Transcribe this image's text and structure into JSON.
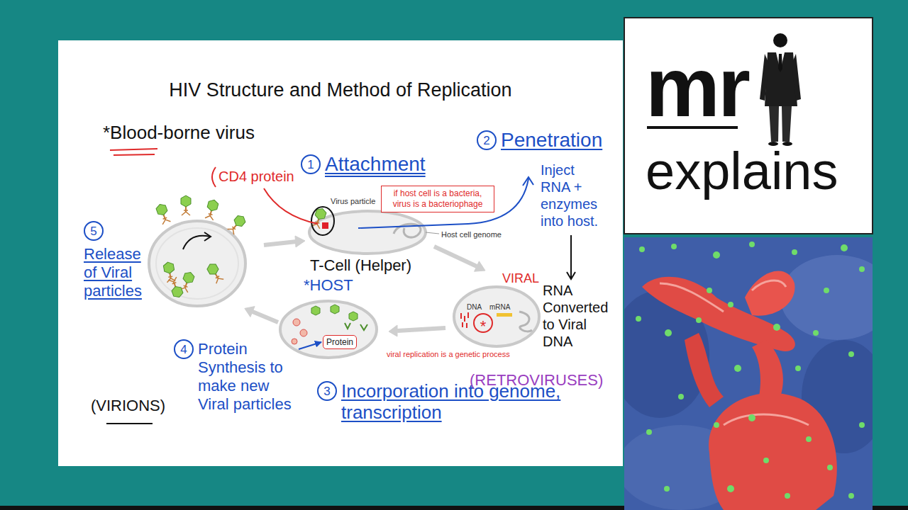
{
  "diagram": {
    "title": "HIV Structure and Method of Replication",
    "nodes": [
      {
        "text": [
          "1",
          "Attachment"
        ]
      },
      {
        "text": [
          "2",
          "Penetration"
        ]
      },
      {
        "text": [
          "if host cell is a bacteria, virus is a bacteriophage"
        ]
      },
      {
        "text": [
          "*"
        ]
      },
      {
        "text": [
          "5",
          "Release of Viral particles"
        ]
      },
      {
        "text": [
          "Protein"
        ]
      },
      {
        "text": [
          "4",
          "Protein Synthesis to make new Viral particles"
        ]
      },
      {
        "text": [
          "3",
          "Incorporation into genome, transcription"
        ]
      }
    ],
    "edges": [
      {
        "from": 6,
        "to": 5,
        "arrow": "to"
      }
    ],
    "labels": [
      "*Blood-borne virus",
      "CD4 protein",
      "Virus particle",
      "Host cell genome",
      "T-Cell (Helper)",
      "*HOST",
      "Inject RNA + enzymes into host.",
      "VIRAL",
      "DNA",
      "mRNA",
      "RNA Converted to Viral DNA",
      "viral replication is a genetic process",
      "(RETROVIRUSES)",
      "(VIRIONS)",
      "mr",
      "explains"
    ]
  }
}
